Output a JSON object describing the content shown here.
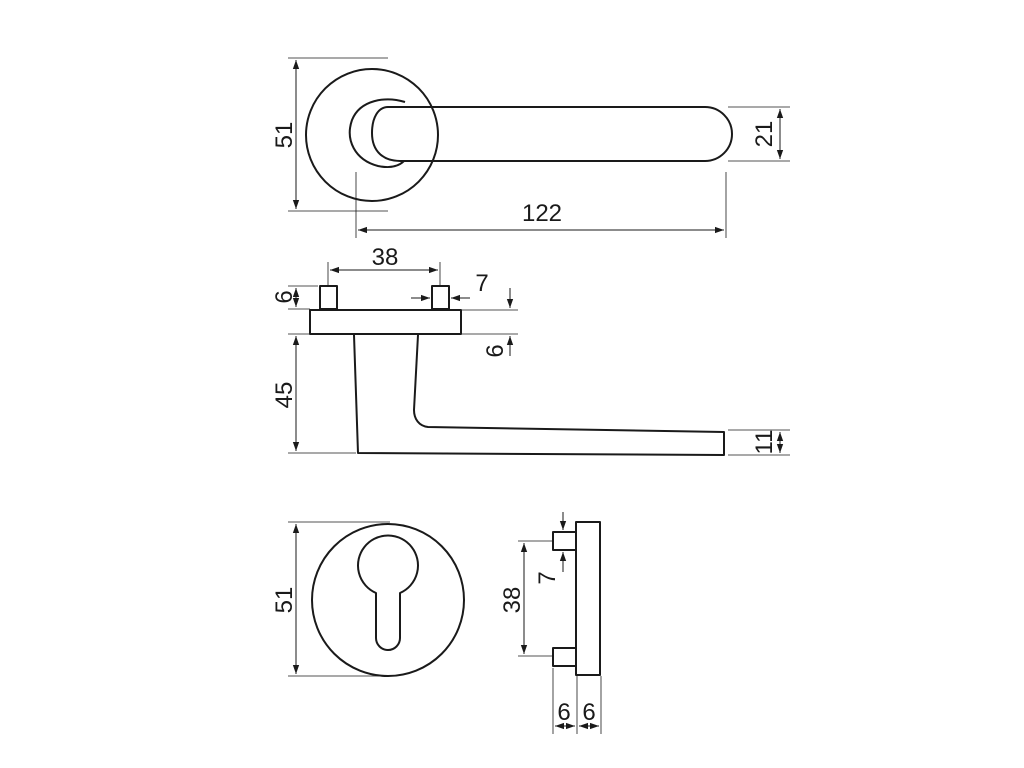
{
  "colors": {
    "line": "#1a1a1a",
    "background": "#ffffff"
  },
  "dimensions": {
    "lever_top": {
      "rose_diameter": "51",
      "grip_height": "21",
      "lever_length": "122"
    },
    "lever_side": {
      "pin_spacing": "38",
      "pin_width": "7",
      "pin_height": "6",
      "plate_thickness": "6",
      "lever_drop": "45",
      "grip_thickness": "11"
    },
    "escutcheon_front": {
      "diameter": "51"
    },
    "escutcheon_side": {
      "pin_spacing": "38",
      "pin_width": "7",
      "pin_length": "6",
      "plate_thickness": "6"
    }
  }
}
